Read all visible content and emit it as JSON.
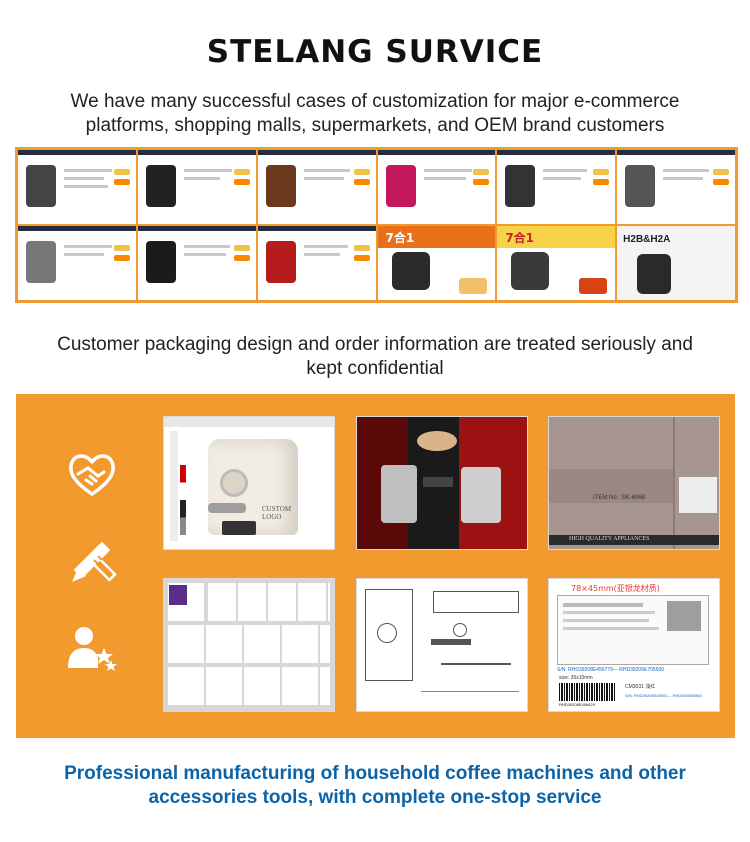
{
  "header": {
    "title": "STELANG SURVICE",
    "intro": "We have many successful cases of customization for major e-commerce platforms, shopping malls, supermarkets, and OEM brand customers"
  },
  "collage": {
    "count": 12,
    "ad_labels": [
      "7合1",
      "7合1"
    ],
    "model_label": "H2B&H2A"
  },
  "section": {
    "subtitle": "Customer packaging design and order information are treated seriously and kept confidential"
  },
  "tiles": {
    "custom_logo": "CUSTOM LOGO",
    "box_item_no": "ITEM No.: SK-6968",
    "box_band": "HIGH QUALITY APPLIANCES",
    "label_size": "78×45mm(亚银龙材质)",
    "label_sn": "S/N: RHD39208E456779--- RHD39206E705500",
    "label_size_small": "size: 35x10mm",
    "label_model": "CM3031 浅红",
    "label_sn2": "S/N: RHD39206E45000--- RHD39208E860",
    "label_barcode": "RHD39206E456429"
  },
  "footer": {
    "closing": "Professional manufacturing of household coffee machines and other accessories tools, with complete one-stop service"
  },
  "icons": [
    "handshake-heart-icon",
    "pencil-ruler-icon",
    "user-stars-icon"
  ],
  "colors": {
    "accent": "#f29a2e",
    "closing_text": "#0b63a8"
  }
}
